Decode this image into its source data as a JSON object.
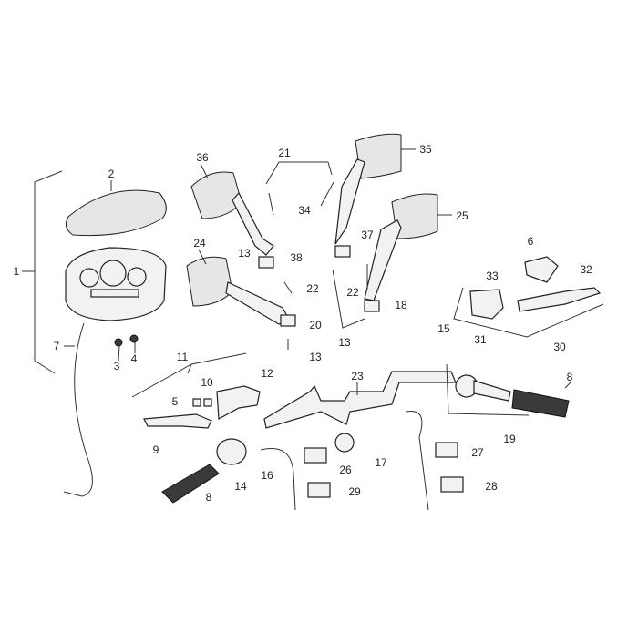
{
  "callouts": [
    "1",
    "2",
    "3",
    "4",
    "5",
    "6",
    "7",
    "8",
    "8",
    "9",
    "10",
    "11",
    "12",
    "13",
    "13",
    "13",
    "14",
    "15",
    "16",
    "17",
    "18",
    "19",
    "20",
    "21",
    "22",
    "22",
    "23",
    "24",
    "25",
    "26",
    "27",
    "28",
    "29",
    "30",
    "31",
    "32",
    "33",
    "34",
    "35",
    "36",
    "37",
    "38"
  ]
}
